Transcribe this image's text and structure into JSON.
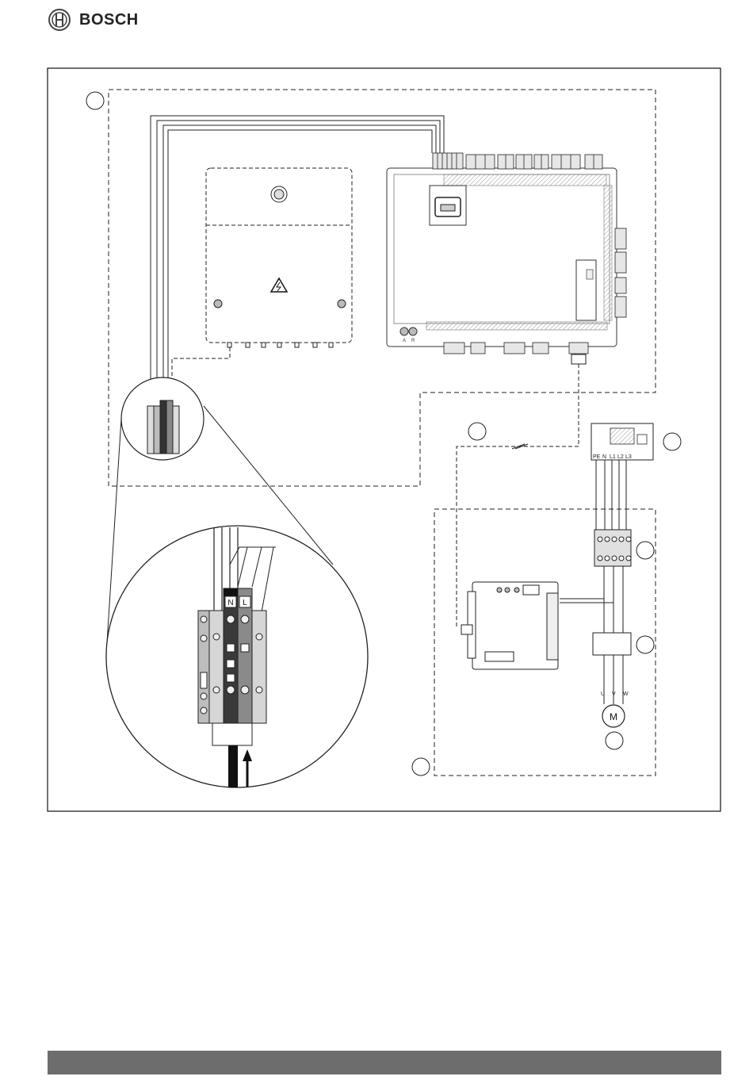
{
  "header": {
    "brand_name": "BOSCH",
    "logo_icon": "bosch-armature-logo-icon"
  },
  "diagram": {
    "terminal_labels": {
      "neutral": "N",
      "live": "L"
    },
    "mains_terminals": [
      "PE",
      "N",
      "L1",
      "L2",
      "L3"
    ],
    "motor_phases": [
      "U",
      "V",
      "W"
    ],
    "motor_symbol": "M",
    "button_labels": [
      "A",
      "R"
    ],
    "icons": [
      "warning-triangle-icon",
      "fuse-dial-icon",
      "arrow-up-icon"
    ]
  },
  "colors": {
    "line": "#1a1a1a",
    "terminal_grey": "#cfcfcf",
    "terminal_dark": "#3a3a3a",
    "footer_bar": "#6d6d6d"
  }
}
